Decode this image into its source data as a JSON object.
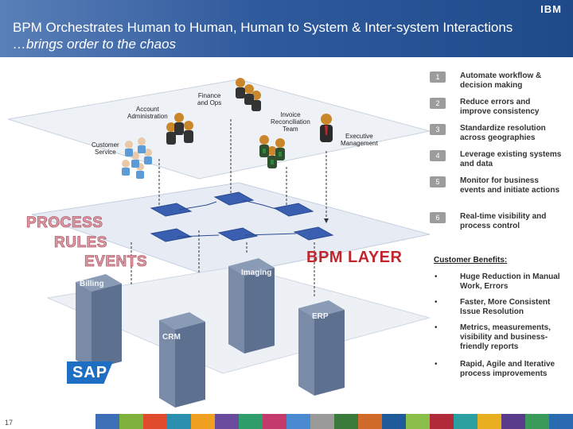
{
  "header": {
    "title_line1": "BPM Orchestrates Human to Human, Human to System & Inter-system Interactions",
    "title_line2": "…brings order to the chaos",
    "logo": "IBM"
  },
  "scene": {
    "groups": {
      "account_admin": "Account\nAdministration",
      "finance_ops": "Finance\nand Ops",
      "invoice_team": "Invoice\nReconciliation\nTeam",
      "executive": "Executive\nManagement",
      "customer_service": "Customer\nService"
    },
    "layer_words": [
      "PROCESS",
      "RULES",
      "EVENTS"
    ],
    "bpm_layer_label": "BPM LAYER",
    "servers": [
      "Billing",
      "Imaging",
      "CRM",
      "ERP"
    ],
    "sap_logo": "SAP"
  },
  "benefits": [
    {
      "num": "1",
      "text": "Automate workflow & decision making"
    },
    {
      "num": "2",
      "text": "Reduce errors and improve consistency"
    },
    {
      "num": "3",
      "text": "Standardize resolution across geographies"
    },
    {
      "num": "4",
      "text": "Leverage existing systems and data"
    },
    {
      "num": "5",
      "text": "Monitor for business events and initiate actions"
    },
    {
      "num": "6",
      "text": "Real-time visibility and process control"
    }
  ],
  "customer_benefits": {
    "title": "Customer Benefits:",
    "items": [
      {
        "bullet": "•",
        "text": "Huge Reduction in Manual Work, Errors"
      },
      {
        "bullet": "•",
        "text": "Faster, More Consistent Issue Resolution"
      },
      {
        "bullet": "•",
        "text": "Metrics, measurements, visibility and business-friendly reports"
      },
      {
        "bullet": "•",
        "text": "Rapid, Agile and Iterative process improvements"
      }
    ]
  },
  "footer": {
    "page_number": "17"
  },
  "colors": {
    "header_start": "#5a7fb8",
    "header_end": "#1f4a8a",
    "bpm_red": "#c0262c",
    "process_box": "#3a5fb0",
    "number_badge": "#9c9c9c"
  }
}
